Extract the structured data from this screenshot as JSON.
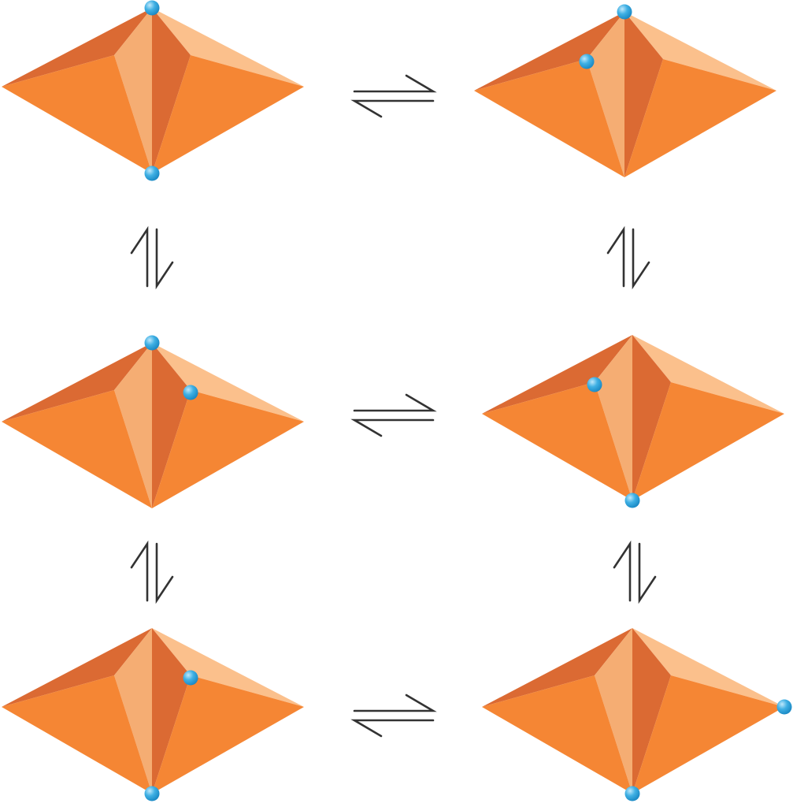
{
  "colors": {
    "front_left": "#f58634",
    "front_right": "#f58634",
    "back_left": "#db6a33",
    "back_right": "#fbc08c",
    "center_left": "#f5ad73",
    "center_right": "#db6a33",
    "atom_light": "#bfe8fb",
    "atom_mid": "#3fb0e4",
    "atom_dark": "#1684c0",
    "arrow": "#333333"
  },
  "bipyramids": [
    {
      "name": "bipyramid-row1-left",
      "atoms": [
        "top",
        "bottom"
      ]
    },
    {
      "name": "bipyramid-row1-right",
      "atoms": [
        "top",
        "back-left"
      ]
    },
    {
      "name": "bipyramid-row2-left",
      "atoms": [
        "top",
        "back-right"
      ]
    },
    {
      "name": "bipyramid-row2-right",
      "atoms": [
        "back-left",
        "bottom"
      ]
    },
    {
      "name": "bipyramid-row3-left",
      "atoms": [
        "back-right",
        "bottom"
      ]
    },
    {
      "name": "bipyramid-row3-right",
      "atoms": [
        "right",
        "bottom"
      ]
    }
  ],
  "equilibria": [
    {
      "name": "equilibrium-arrow-row1",
      "orientation": "horizontal"
    },
    {
      "name": "equilibrium-arrow-row2",
      "orientation": "horizontal"
    },
    {
      "name": "equilibrium-arrow-row3",
      "orientation": "horizontal"
    },
    {
      "name": "equilibrium-arrow-left-col-1",
      "orientation": "vertical"
    },
    {
      "name": "equilibrium-arrow-right-col-1",
      "orientation": "vertical"
    },
    {
      "name": "equilibrium-arrow-left-col-2",
      "orientation": "vertical"
    },
    {
      "name": "equilibrium-arrow-right-col-2",
      "orientation": "vertical"
    }
  ]
}
